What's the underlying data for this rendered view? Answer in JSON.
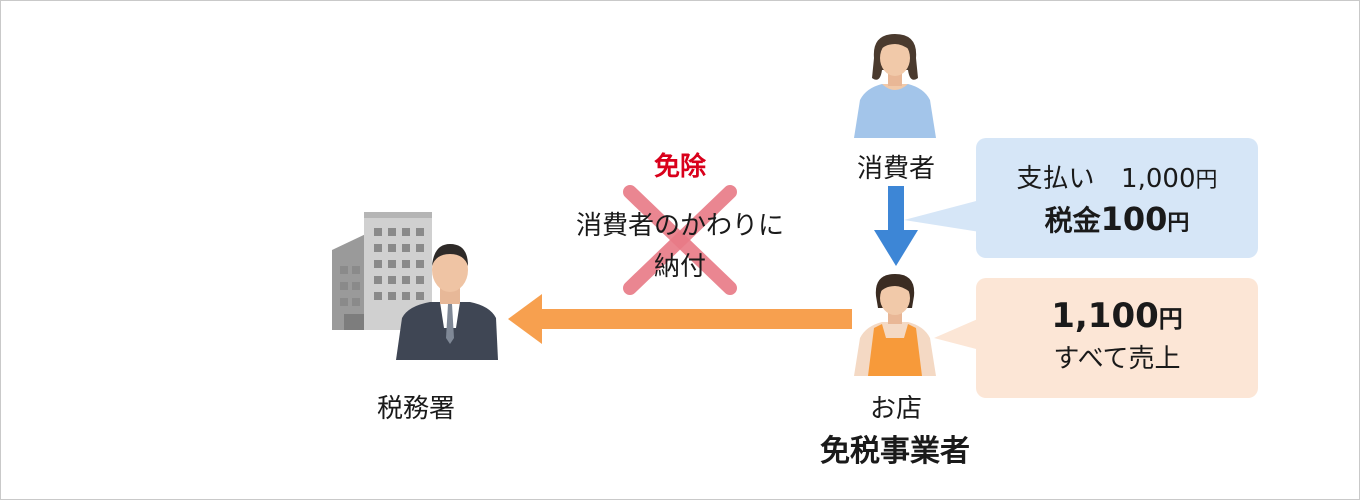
{
  "exemption_label": "免除",
  "payment_text": {
    "line1": "消費者のかわりに",
    "line2": "納付"
  },
  "consumer": {
    "label": "消費者"
  },
  "shop": {
    "label": "お店",
    "type": "免税事業者"
  },
  "tax_office": {
    "label": "税務署"
  },
  "payment_bubble": {
    "line1_prefix": "支払い",
    "line1_amount": "1,000",
    "line1_unit": "円",
    "line2_prefix": "税金",
    "line2_amount": "100",
    "line2_unit": "円"
  },
  "sales_bubble": {
    "line1_amount": "1,100",
    "line1_unit": "円",
    "line2": "すべて売上"
  },
  "colors": {
    "blue_bubble": "#d6e6f7",
    "peach_bubble": "#fce6d6",
    "orange_arrow": "#f7a04f",
    "blue_arrow": "#3d86d6",
    "cross": "#e87a86",
    "exemption_red": "#d9001b"
  }
}
